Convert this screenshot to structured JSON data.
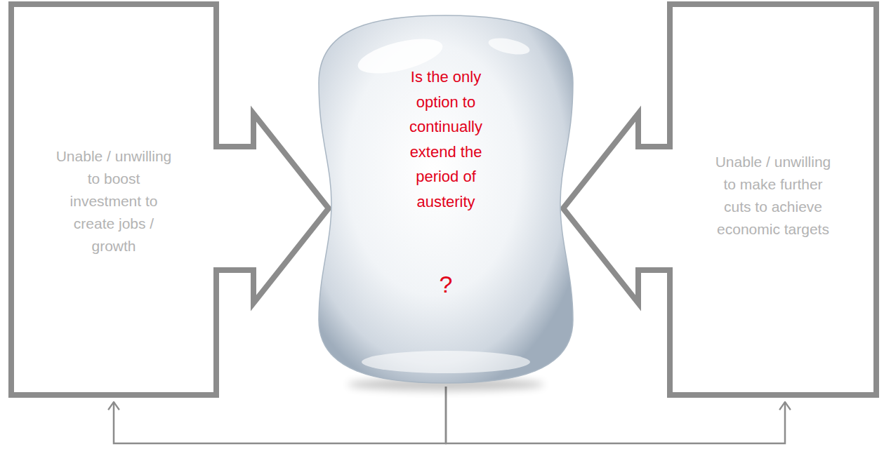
{
  "diagram": {
    "nodes": [
      {
        "text": [
          "Unable / unwilling to boost investment to create jobs / growth"
        ]
      },
      {
        "text": [
          "Is the only option to continually extend the period of austerity",
          "?"
        ]
      },
      {
        "text": [
          "Unable / unwilling to make further cuts to achieve economic targets"
        ]
      }
    ],
    "edges": [
      {
        "from": 0,
        "to": 1,
        "arrow": "to"
      },
      {
        "from": 2,
        "to": 1,
        "arrow": "to"
      },
      {
        "from": 1,
        "to": 0,
        "arrow": "to"
      },
      {
        "from": 1,
        "to": 2,
        "arrow": "to"
      }
    ]
  }
}
